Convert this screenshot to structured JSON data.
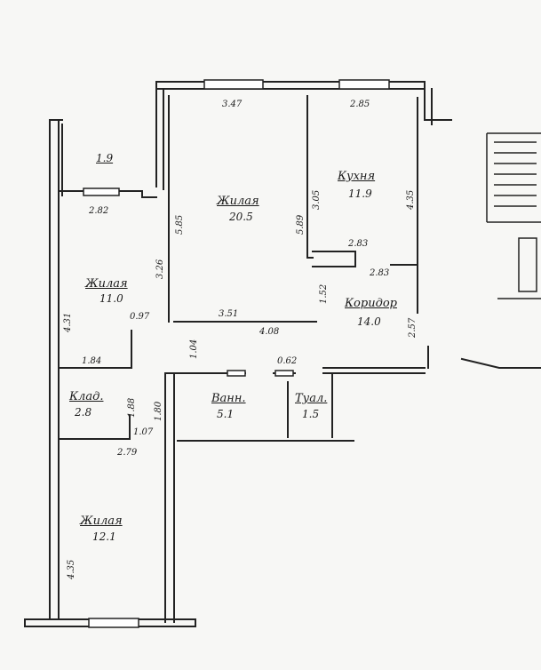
{
  "rooms": {
    "balcony": {
      "area": "1.9"
    },
    "living1": {
      "name": "Жилая",
      "area": "20.5"
    },
    "kitchen": {
      "name": "Кухня",
      "area": "11.9"
    },
    "living2": {
      "name": "Жилая",
      "area": "11.0"
    },
    "corridor": {
      "name": "Коридор",
      "area": "14.0"
    },
    "storage": {
      "name": "Клад.",
      "area": "2.8"
    },
    "bath": {
      "name": "Ванн.",
      "area": "5.1"
    },
    "toilet": {
      "name": "Туал.",
      "area": "1.5"
    },
    "living3": {
      "name": "Жилая",
      "area": "12.1"
    }
  },
  "dimensions": {
    "d347": "3.47",
    "d285": "2.85",
    "d282": "2.82",
    "d585": "5.85",
    "d589": "5.89",
    "d305": "3.05",
    "d435": "4.35",
    "d326": "3.26",
    "d283a": "2.83",
    "d283b": "2.83",
    "d431": "4.31",
    "d097": "0.97",
    "d351": "3.51",
    "d152": "1.52",
    "d408": "4.08",
    "d257": "2.57",
    "d104": "1.04",
    "d062": "0.62",
    "d184": "1.84",
    "d180": "1.80",
    "d188": "1.88",
    "d107": "1.07",
    "d279": "2.79",
    "d435b": "4.35"
  }
}
